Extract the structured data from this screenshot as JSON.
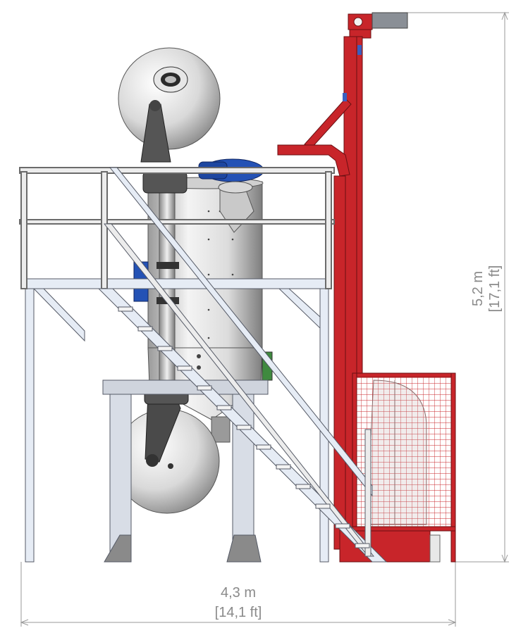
{
  "dimensions": {
    "width_metric": "4,3 m",
    "width_imperial": "[14,1 ft]",
    "height_metric": "5,2 m",
    "height_imperial": "[17,1 ft]"
  },
  "colors": {
    "frame_red": "#c8252a",
    "steel_light": "#e6ecf5",
    "steel_outline": "#555a66",
    "motor_blue": "#2452b5",
    "dimension_gray": "#8a8a8a"
  }
}
